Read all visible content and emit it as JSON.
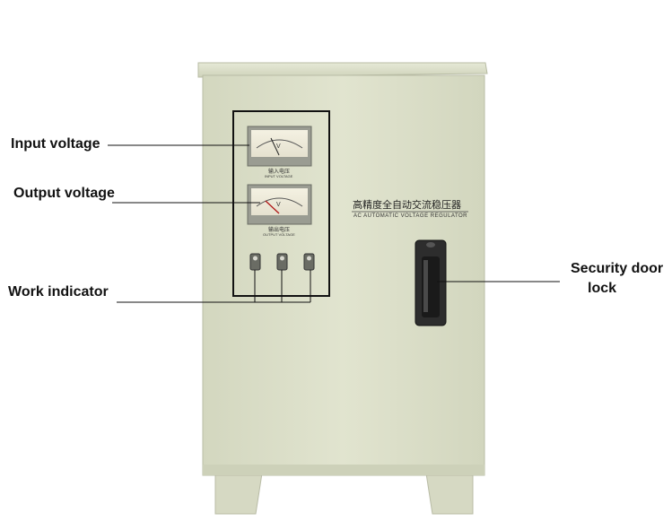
{
  "labels": {
    "input_voltage": "Input voltage",
    "output_voltage": "Output voltage",
    "work_indicator": "Work indicator",
    "security_door_line1": "Security door",
    "security_door_line2": "lock"
  },
  "cabinet": {
    "nameplate_cn": "高精度全自动交流稳压器",
    "nameplate_en": "AC AUTOMATIC VOLTAGE REGULATOR",
    "input_meter_cn": "输入电压",
    "input_meter_en": "INPUT VOLTAGE",
    "output_meter_cn": "输出电压",
    "output_meter_en": "OUTPUT VOLTAGE",
    "meter_unit": "V"
  },
  "colors": {
    "cabinet_body": "#dfe2cd",
    "cabinet_shadow": "#c4c8b0",
    "panel_outline": "#111111",
    "background": "#ffffff"
  }
}
